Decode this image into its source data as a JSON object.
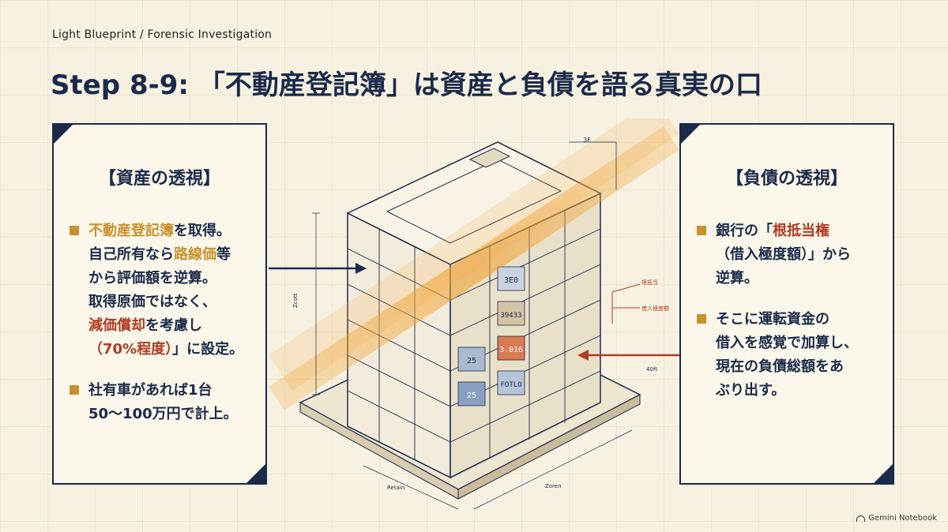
{
  "header": {
    "breadcrumb": "Light Blueprint / Forensic Investigation",
    "title": "Step 8-9: 「不動産登記簿」は資産と負債を語る真実の口"
  },
  "left_panel": {
    "heading": "【資産の透視】",
    "items": [
      {
        "lines": [
          [
            {
              "t": "不動産登記簿",
              "c": "orange"
            },
            {
              "t": "を取得。"
            }
          ],
          [
            {
              "t": "自己所有なら"
            },
            {
              "t": "路線価",
              "c": "orange"
            },
            {
              "t": "等"
            }
          ],
          [
            {
              "t": "から評価額を逆算。"
            }
          ],
          [
            {
              "t": "取得原価ではなく、"
            }
          ],
          [
            {
              "t": "減価償却",
              "c": "red"
            },
            {
              "t": "を考慮し"
            }
          ],
          [
            {
              "t": "（70%程度）",
              "c": "red"
            },
            {
              "t": "」に設定。"
            }
          ]
        ]
      },
      {
        "lines": [
          [
            {
              "t": "社有車があれば1台"
            }
          ],
          [
            {
              "t": "50〜100万円で計上。"
            }
          ]
        ]
      }
    ]
  },
  "right_panel": {
    "heading": "【負債の透視】",
    "items": [
      {
        "lines": [
          [
            {
              "t": "銀行の「"
            },
            {
              "t": "根抵当権",
              "c": "red"
            }
          ],
          [
            {
              "t": "（借入極度額）」から"
            }
          ],
          [
            {
              "t": "逆算。"
            }
          ]
        ]
      },
      {
        "lines": [
          [
            {
              "t": "そこに運転資金の"
            }
          ],
          [
            {
              "t": "借入を感覚で加算し、"
            }
          ],
          [
            {
              "t": "現在の負債総額をあ"
            }
          ],
          [
            {
              "t": "ぶり出す。"
            }
          ]
        ]
      }
    ]
  },
  "illustration": {
    "labels": {
      "top": "3F",
      "leader_1": "根抵当",
      "leader_2": "借入極度額",
      "leader_3": "40ft",
      "dim_left": "Zcott",
      "dim_bottom_1": "Retain",
      "dim_bottom_2": "Zoren"
    },
    "window_numbers": [
      "3E0",
      "39433",
      "3.016",
      "25",
      "25",
      "FOTLO"
    ]
  },
  "colors": {
    "navy": "#1b2a4a",
    "orange": "#c9902c",
    "red": "#b23a22",
    "background": "#f7f1e2"
  },
  "footer": {
    "brand": "Gemini Notebook"
  }
}
